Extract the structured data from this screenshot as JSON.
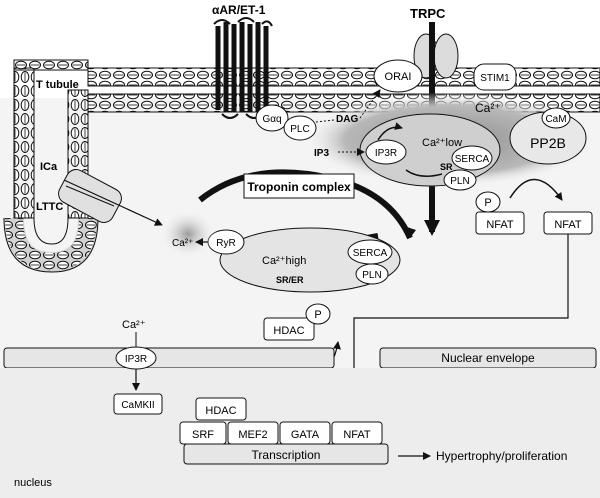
{
  "receptors": {
    "aar_et1": "αAR/ET-1",
    "trpc": "TRPC"
  },
  "membrane": {
    "t_tubule": "T tubule",
    "ica": "ICa",
    "lttc": "LTTC"
  },
  "proteins": {
    "orai": "ORAI",
    "stim1": "STIM1",
    "gaq": "Gαq",
    "plc": "PLC",
    "dag": "DAG",
    "ip3": "IP3",
    "ip3r": "IP3R",
    "serca": "SERCA",
    "pln": "PLN",
    "cam": "CaM",
    "pp2b": "PP2B",
    "p": "P",
    "nfat": "NFAT",
    "troponin": "Troponin complex",
    "ryr": "RyR",
    "hdac": "HDAC",
    "camkii": "CaMKII"
  },
  "compartments": {
    "sr": "SR",
    "sr_er": "SR/ER",
    "ca_low": "Ca²⁺low",
    "ca_high": "Ca²⁺high",
    "nuclear_envelope": "Nuclear envelope",
    "nucleus": "nucleus"
  },
  "ions": {
    "ca": "Ca²⁺"
  },
  "transcription": {
    "factors": [
      "SRF",
      "MEF2",
      "GATA",
      "NFAT"
    ],
    "label": "Transcription",
    "outcome": "Hypertrophy/proliferation"
  },
  "colors": {
    "membrane_fill": "#f2f2f2",
    "nucleus_fill": "#ececec",
    "shadow": "#a8a8a8",
    "stroke": "#111111"
  }
}
